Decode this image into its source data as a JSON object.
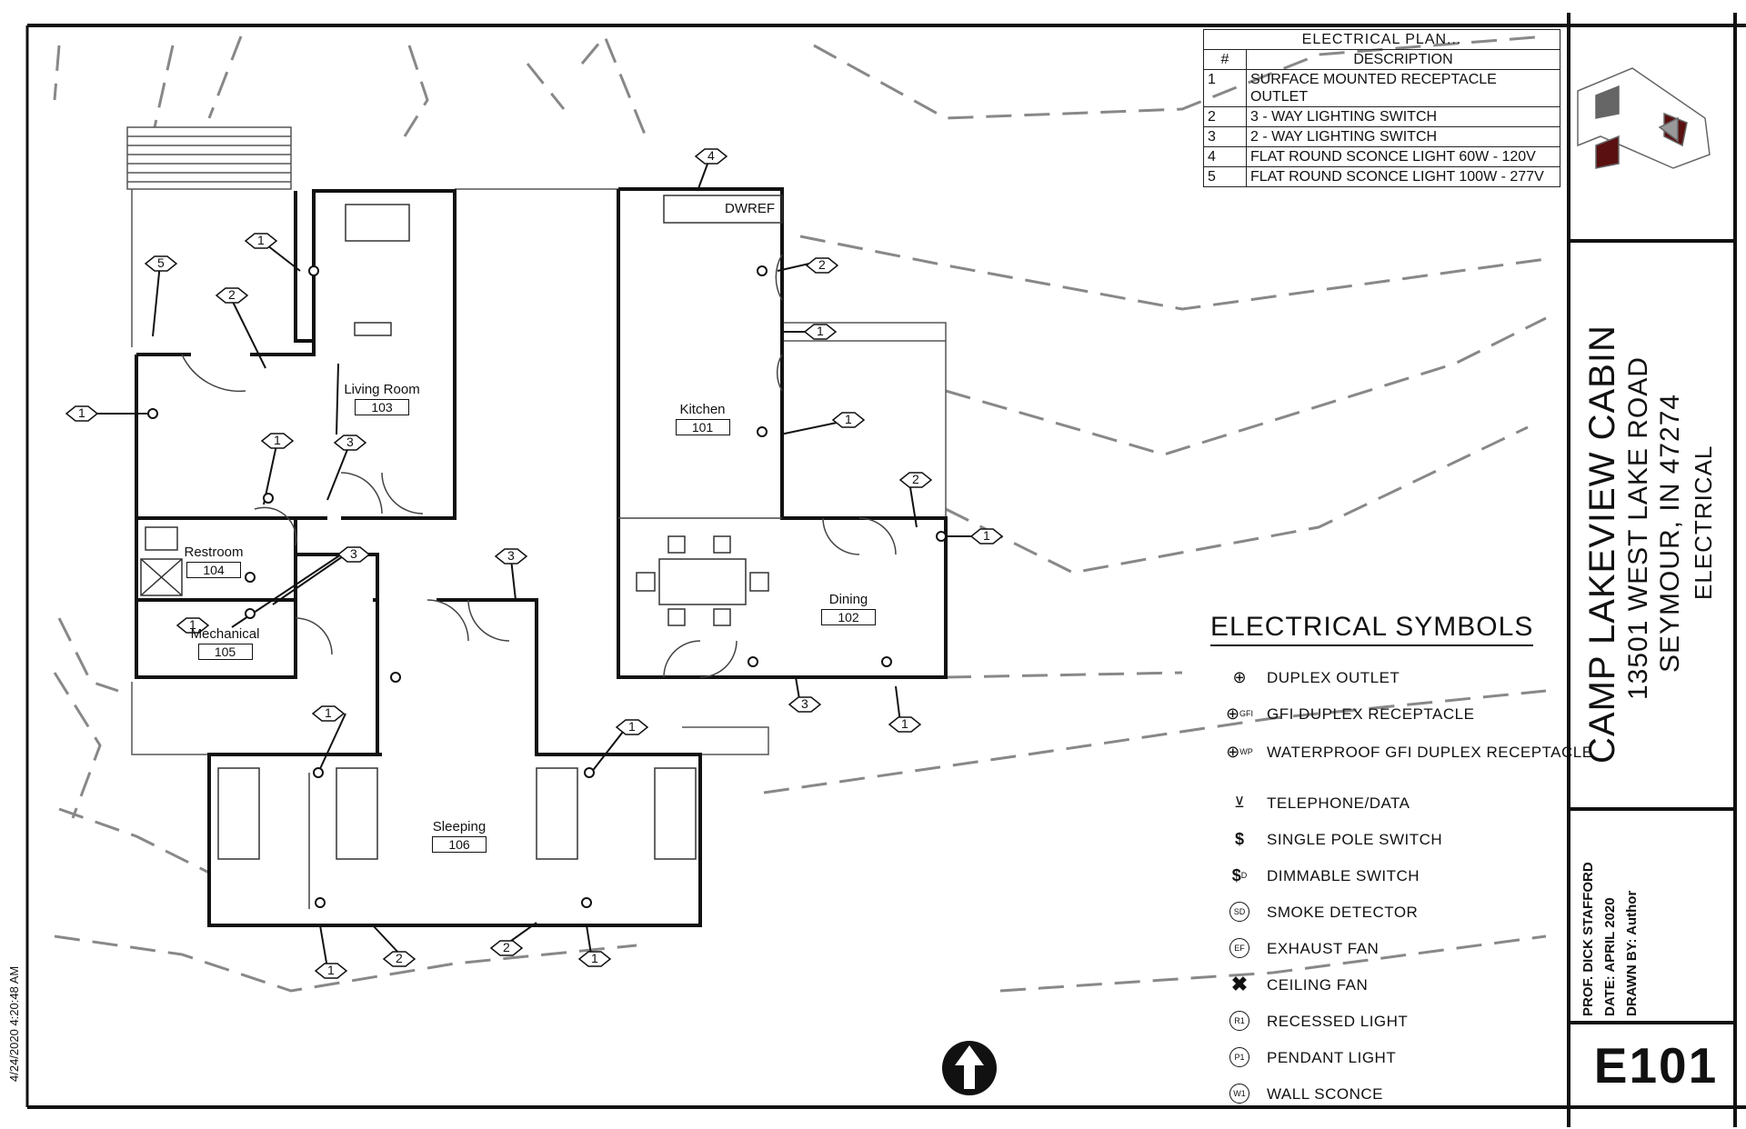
{
  "plan_table": {
    "title": "ELECTRICAL PLAN...",
    "header_num": "#",
    "header_desc": "DESCRIPTION",
    "rows": [
      {
        "num": "1",
        "desc": "SURFACE MOUNTED RECEPTACLE OUTLET"
      },
      {
        "num": "2",
        "desc": "3 - WAY LIGHTING SWITCH"
      },
      {
        "num": "3",
        "desc": "2 - WAY LIGHTING SWITCH"
      },
      {
        "num": "4",
        "desc": "FLAT ROUND SCONCE LIGHT 60W - 120V"
      },
      {
        "num": "5",
        "desc": "FLAT ROUND SCONCE LIGHT 100W - 277V"
      }
    ]
  },
  "symbols": {
    "title": "ELECTRICAL  SYMBOLS",
    "items": [
      {
        "icon": "duplex-outlet-icon",
        "label": "DUPLEX OUTLET"
      },
      {
        "icon": "gfi-duplex-receptacle-icon",
        "label": "GFI DUPLEX RECEPTACLE",
        "sup": "GFI"
      },
      {
        "icon": "waterproof-gfi-icon",
        "label": "WATERPROOF GFI DUPLEX RECEPTACLE",
        "sup": "WP"
      },
      {
        "icon": "telephone-data-icon",
        "label": "TELEPHONE/DATA"
      },
      {
        "icon": "single-pole-switch-icon",
        "label": "SINGLE POLE SWITCH",
        "glyph": "$"
      },
      {
        "icon": "dimmable-switch-icon",
        "label": "DIMMABLE SWITCH",
        "glyph": "$",
        "sup": "D"
      },
      {
        "icon": "smoke-detector-icon",
        "label": "SMOKE DETECTOR",
        "glyph": "SD"
      },
      {
        "icon": "exhaust-fan-icon",
        "label": "EXHAUST FAN",
        "glyph": "EF"
      },
      {
        "icon": "ceiling-fan-icon",
        "label": "CEILING FAN"
      },
      {
        "icon": "recessed-light-icon",
        "label": "RECESSED LIGHT",
        "glyph": "R1"
      },
      {
        "icon": "pendant-light-icon",
        "label": "PENDANT LIGHT",
        "glyph": "P1"
      },
      {
        "icon": "wall-sconce-icon",
        "label": "WALL SCONCE",
        "glyph": "W1"
      }
    ]
  },
  "title_block": {
    "project": "CAMP LAKEVIEW CABIN",
    "address": "13501 WEST LAKE ROAD",
    "city": "SEYMOUR, IN 47274",
    "sheet_title": "ELECTRICAL",
    "prof": "PROF. DICK STAFFORD",
    "date": "DATE: APRIL 2020",
    "drawn_by": "DRAWN BY:  Author",
    "sheet_number": "E101"
  },
  "timestamp": "4/24/2020 4:20:48 AM",
  "rooms": [
    {
      "name": "Living Room",
      "number": "103"
    },
    {
      "name": "Kitchen",
      "number": "101"
    },
    {
      "name": "Restroom",
      "number": "104"
    },
    {
      "name": "Mechanical",
      "number": "105"
    },
    {
      "name": "Dining",
      "number": "102"
    },
    {
      "name": "Sleeping",
      "number": "106"
    }
  ],
  "appliance_label": "DWREF",
  "callouts": [
    "1",
    "2",
    "3",
    "4",
    "5"
  ]
}
